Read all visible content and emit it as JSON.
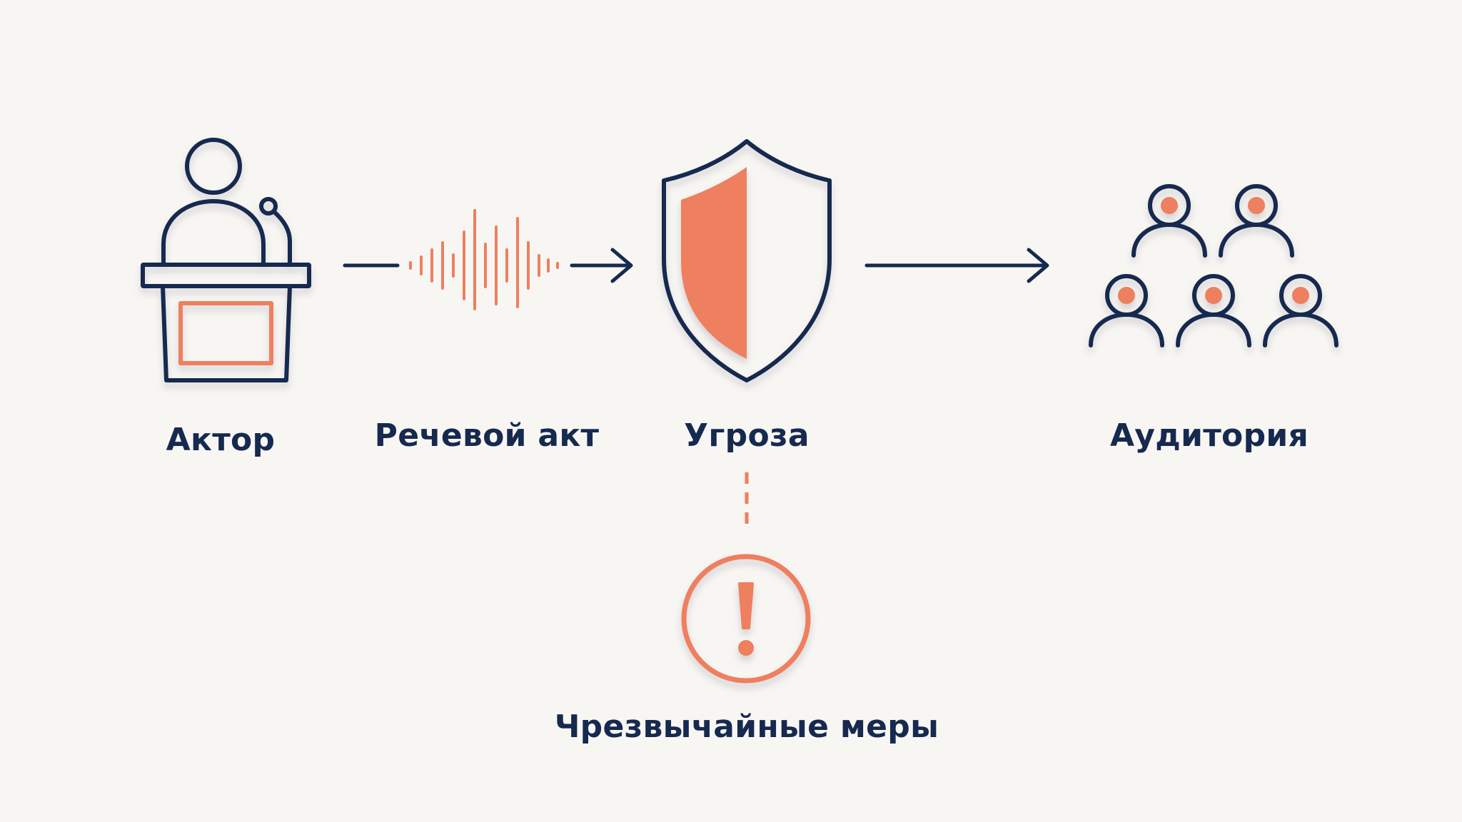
{
  "nodes": {
    "actor": {
      "label": "Актор",
      "icon": "podium-speaker-icon"
    },
    "speech_act": {
      "label": "Речевой акт",
      "icon": "sound-wave-icon"
    },
    "threat": {
      "label": "Угроза",
      "icon": "shield-icon"
    },
    "audience": {
      "label": "Аудитория",
      "icon": "audience-group-icon"
    },
    "measures": {
      "label": "Чрезвычайные меры",
      "icon": "warning-exclamation-icon"
    }
  },
  "edges": [
    {
      "from": "actor",
      "to": "threat",
      "style": "solid-arrow-with-sound-wave"
    },
    {
      "from": "threat",
      "to": "audience",
      "style": "solid-arrow"
    },
    {
      "from": "threat",
      "to": "measures",
      "style": "dashed-line"
    }
  ],
  "colors": {
    "navy": "#16294f",
    "coral": "#ee7f5f",
    "background": "#f8f6f3"
  }
}
